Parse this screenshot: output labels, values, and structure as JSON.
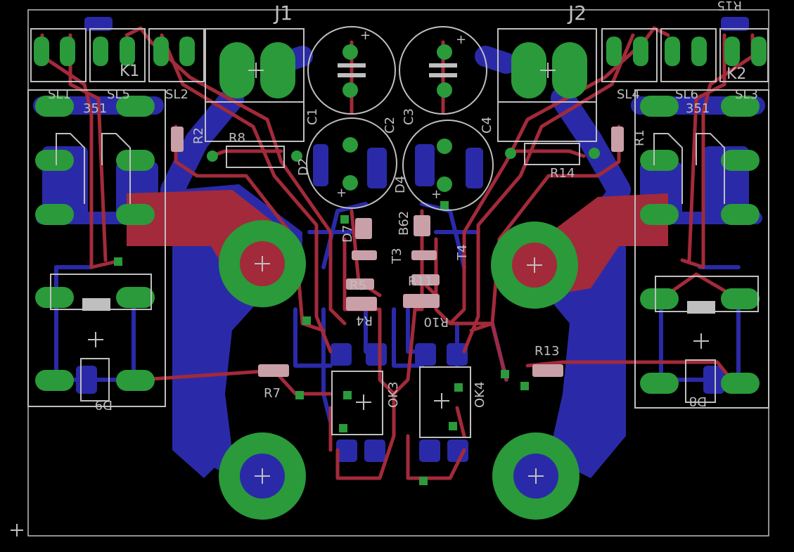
{
  "colors": {
    "background": "#000000",
    "bottom_copper": "#2a2aa8",
    "top_copper": "#a32a3a",
    "pad_via": "#2a9a3a",
    "silkscreen": "#bfbfbf",
    "smd_pad": "#c9a0a8"
  },
  "labels": {
    "j1": "J1",
    "j2": "J2",
    "c1": "C1",
    "c2": "C2",
    "c3": "C3",
    "c4": "C4",
    "r1": "R1",
    "r2": "R2",
    "r4": "R4",
    "r5": "R5",
    "r7": "R7",
    "r8": "R8",
    "r10": "R10",
    "r11": "R11",
    "r13": "R13",
    "r14": "R14",
    "r15": "R15",
    "sl1": "SL1",
    "sl2": "SL2",
    "sl3": "SL3",
    "sl4": "SL4",
    "sl5": "SL5",
    "sl6": "SL6",
    "k1": "K1",
    "k2": "K2",
    "relay_num_left": "351",
    "relay_num_right": "351",
    "ok3": "OK3",
    "ok4": "OK4",
    "t4": "T4",
    "t3": "T3",
    "d8": "D8",
    "d9": "D9",
    "d2": "D2",
    "d4": "D4",
    "d7": "D7",
    "b62": "B62"
  }
}
